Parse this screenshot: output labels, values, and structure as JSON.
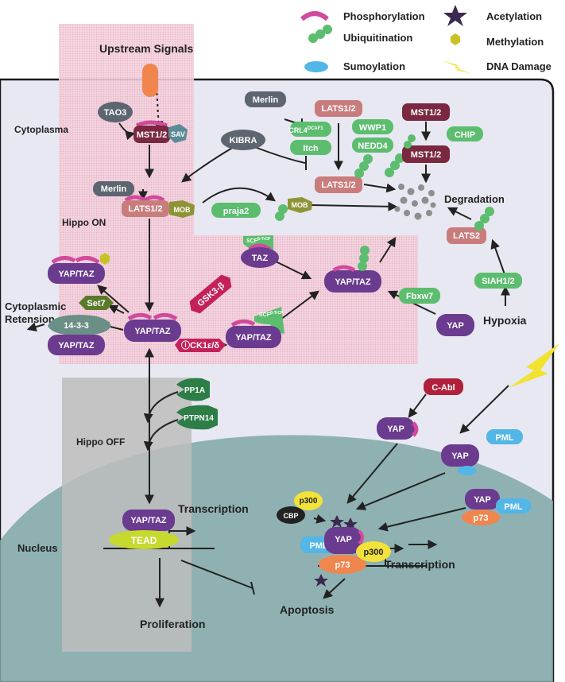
{
  "legend": {
    "phosphorylation": "Phosphorylation",
    "ubiquitination": "Ubiquitination",
    "sumoylation": "Sumoylation",
    "acetylation": "Acetylation",
    "methylation": "Methylation",
    "dna_damage": "DNA Damage"
  },
  "regions": {
    "upstream": "Upstream Signals",
    "cytoplasma": "Cytoplasma",
    "hippo_on": "Hippo ON",
    "hippo_off": "Hippo OFF",
    "nucleus": "Nucleus",
    "cytoplasmic_retension": "Cytoplasmic\nRetension",
    "degradation": "Degradation",
    "hypoxia": "Hypoxia",
    "transcription_left": "Transcription",
    "transcription_right": "Transcription",
    "proliferation": "Proliferation",
    "apoptosis": "Apoptosis"
  },
  "nodes": {
    "tao3": "TAO3",
    "mst12": "MST1/2",
    "sav": "SAV",
    "merlin_left": "Merlin",
    "lats12_main": "LATS1/2",
    "mob": "MOB",
    "mob2": "MOB",
    "praja2": "praja2",
    "kibra": "KIBRA",
    "merlin_top": "Merlin",
    "crl4": "CRL4",
    "crl4_sup": "DCAF1",
    "itch": "Itch",
    "lats12_top": "LATS1/2",
    "wwp1": "WWP1",
    "nedd4": "NEDD4",
    "lats12_ub": "LATS1/2",
    "mst12_top": "MST1/2",
    "mst12_ub": "MST1/2",
    "chip": "CHIP",
    "lats2": "LATS2",
    "siah12": "SIAH1/2",
    "yaptaz_top": "YAP/TAZ",
    "set7": "Set7",
    "p1433": "14-3-3",
    "yaptaz_1433": "YAP/TAZ",
    "yaptaz_center": "YAP/TAZ",
    "gsk3b": "GSK3-β",
    "ck1": "CK1ε/δ",
    "ck1_prefix": "ⓘ",
    "taz": "TAZ",
    "scf": "SCF",
    "scf_sup": "β-TrCP",
    "scf2": "SCF",
    "scf2_sup": "β-TrCP",
    "yaptaz_scf": "YAP/TAZ",
    "yaptaz_ub": "YAP/TAZ",
    "fbxw7": "Fbxw7",
    "yap_right": "YAP",
    "pp1a": "PP1A",
    "ptpn14": "PTPN14",
    "yaptaz_nuc": "YAP/TAZ",
    "tead": "TEAD",
    "cabl": "C-Abl",
    "yap_cabl": "YAP",
    "pml_float": "PML",
    "yap_sumo": "YAP",
    "yap_pml": "YAP",
    "pml_right": "PML",
    "p73_right": "p73",
    "p300_top": "p300",
    "cbp": "CBP",
    "pml_complex": "PML",
    "yap_complex": "YAP",
    "p73_complex": "p73",
    "p300_complex": "p300"
  },
  "colors": {
    "purple": "#6a3b8e",
    "salmon": "#c97c7c",
    "green": "#5cbd6e",
    "olive": "#8d9436",
    "gray": "#8e8e8e",
    "darkred": "#b0203a",
    "maroon": "#7a2840",
    "darkgreen": "#2d7d46",
    "pink": "#d24a9b",
    "cyan": "#52b6e6",
    "yellow": "#f2e23a",
    "orange": "#f0854e",
    "teal": "#5a8d8a"
  }
}
